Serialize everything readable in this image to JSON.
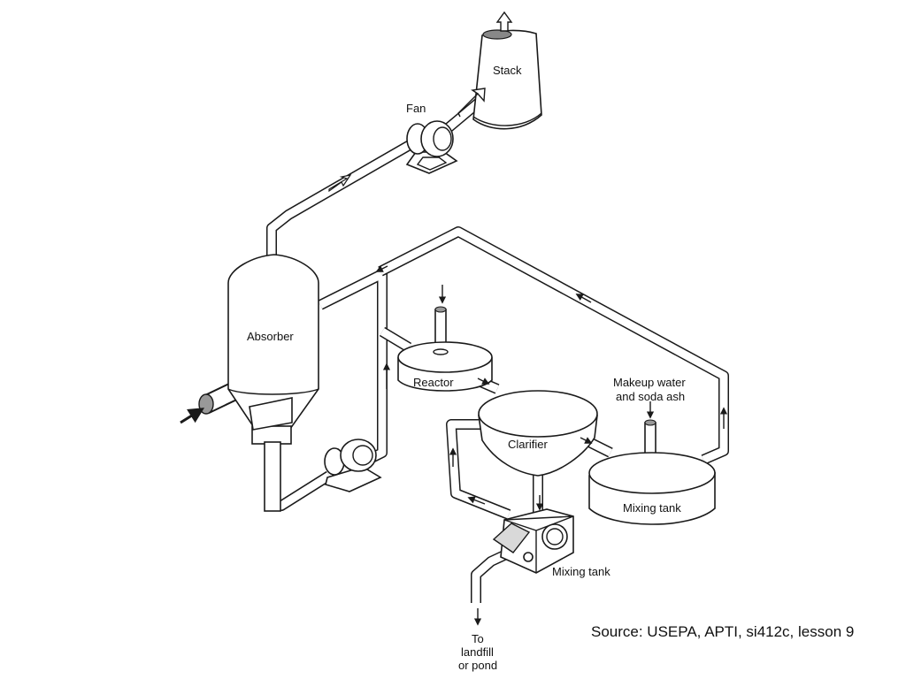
{
  "labels": {
    "stack": "Stack",
    "fan": "Fan",
    "absorber": "Absorber",
    "reactor": "Reactor",
    "clarifier": "Clarifier",
    "makeup_line1": "Makeup water",
    "makeup_line2": "and soda ash",
    "mixing_tank_right": "Mixing tank",
    "mixing_tank_bottom": "Mixing tank",
    "landfill_line1": "To",
    "landfill_line2": "landfill",
    "landfill_line3": "or pond"
  },
  "source": "Source: USEPA, APTI, si412c, lesson 9"
}
